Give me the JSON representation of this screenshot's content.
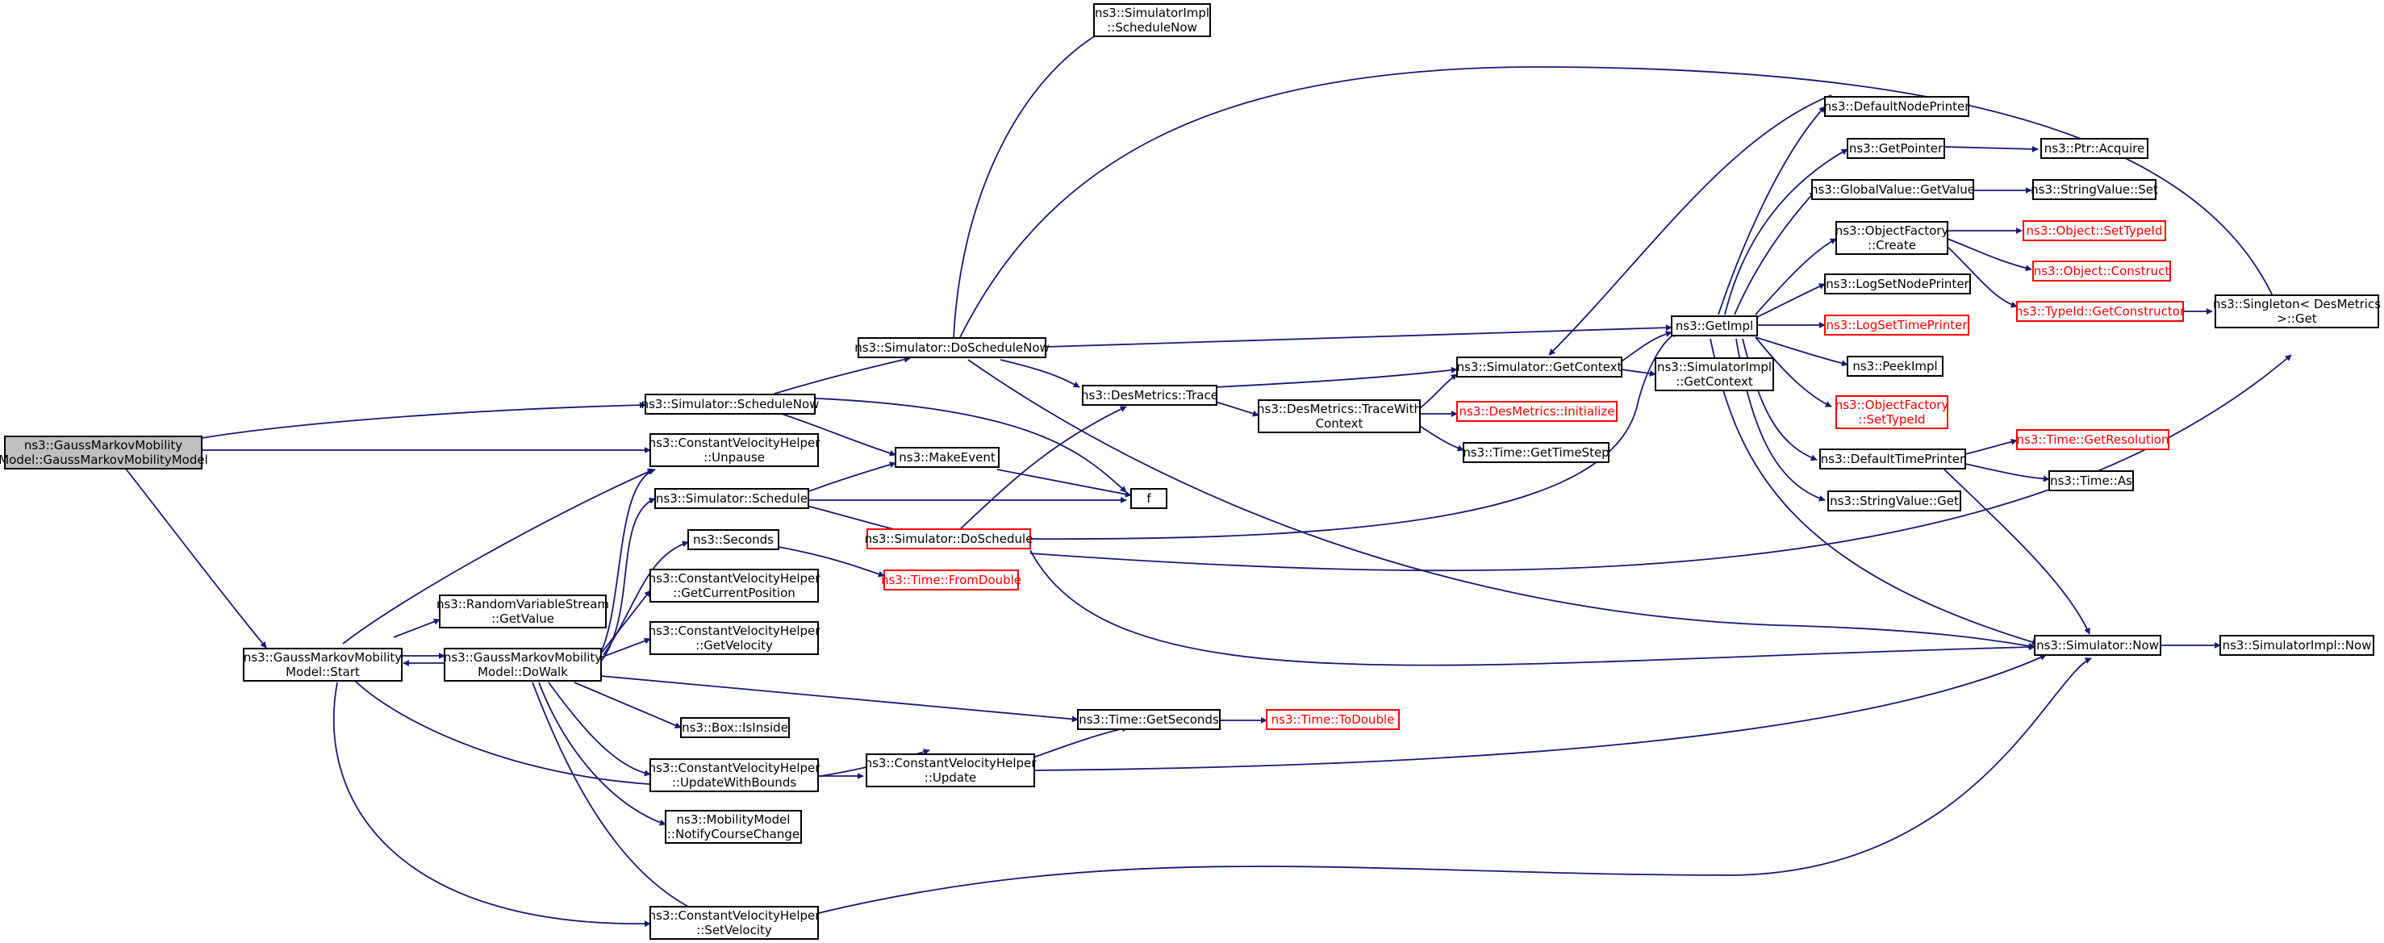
{
  "colors": {
    "edge": "#191970",
    "root_fill": "#bfbfbf",
    "missing_doc_border": "#ff0000",
    "border": "#000000"
  },
  "nodes": [
    {
      "id": "root",
      "lines": [
        "ns3::GaussMarkovMobility",
        "Model::GaussMarkovMobilityModel"
      ],
      "style": "root"
    },
    {
      "id": "start",
      "lines": [
        "ns3::GaussMarkovMobility",
        "Model::Start"
      ]
    },
    {
      "id": "schedule_now",
      "lines": [
        "ns3::Simulator::ScheduleNow"
      ]
    },
    {
      "id": "unpause",
      "lines": [
        "ns3::ConstantVelocityHelper",
        "::Unpause"
      ]
    },
    {
      "id": "schedule",
      "lines": [
        "ns3::Simulator::Schedule"
      ]
    },
    {
      "id": "seconds",
      "lines": [
        "ns3::Seconds"
      ]
    },
    {
      "id": "get_value",
      "lines": [
        "ns3::RandomVariableStream",
        "::GetValue"
      ]
    },
    {
      "id": "do_walk",
      "lines": [
        "ns3::GaussMarkovMobility",
        "Model::DoWalk"
      ]
    },
    {
      "id": "get_current_position",
      "lines": [
        "ns3::ConstantVelocityHelper",
        "::GetCurrentPosition"
      ]
    },
    {
      "id": "get_velocity",
      "lines": [
        "ns3::ConstantVelocityHelper",
        "::GetVelocity"
      ]
    },
    {
      "id": "is_inside",
      "lines": [
        "ns3::Box::IsInside"
      ]
    },
    {
      "id": "update_with_bounds",
      "lines": [
        "ns3::ConstantVelocityHelper",
        "::UpdateWithBounds"
      ]
    },
    {
      "id": "notify_course_change",
      "lines": [
        "ns3::MobilityModel",
        "::NotifyCourseChange"
      ]
    },
    {
      "id": "set_velocity",
      "lines": [
        "ns3::ConstantVelocityHelper",
        "::SetVelocity"
      ]
    },
    {
      "id": "simimpl_schedule_now",
      "lines": [
        "ns3::SimulatorImpl",
        "::ScheduleNow"
      ]
    },
    {
      "id": "do_schedule_now",
      "lines": [
        "ns3::Simulator::DoScheduleNow"
      ]
    },
    {
      "id": "make_event",
      "lines": [
        "ns3::MakeEvent"
      ]
    },
    {
      "id": "f",
      "lines": [
        "f"
      ]
    },
    {
      "id": "do_schedule",
      "lines": [
        "ns3::Simulator::DoSchedule"
      ],
      "style": "red"
    },
    {
      "id": "from_double",
      "lines": [
        "ns3::Time::FromDouble"
      ],
      "style": "red"
    },
    {
      "id": "des_trace",
      "lines": [
        "ns3::DesMetrics::Trace"
      ]
    },
    {
      "id": "trace_with_context",
      "lines": [
        "ns3::DesMetrics::TraceWith",
        "Context"
      ]
    },
    {
      "id": "time_get_seconds",
      "lines": [
        "ns3::Time::GetSeconds"
      ]
    },
    {
      "id": "cvh_update",
      "lines": [
        "ns3::ConstantVelocityHelper",
        "::Update"
      ]
    },
    {
      "id": "get_context",
      "lines": [
        "ns3::Simulator::GetContext"
      ]
    },
    {
      "id": "des_initialize",
      "lines": [
        "ns3::DesMetrics::Initialize"
      ],
      "style": "red"
    },
    {
      "id": "get_time_step",
      "lines": [
        "ns3::Time::GetTimeStep"
      ]
    },
    {
      "id": "to_double",
      "lines": [
        "ns3::Time::ToDouble"
      ],
      "style": "red"
    },
    {
      "id": "get_impl",
      "lines": [
        "ns3::GetImpl"
      ]
    },
    {
      "id": "simimpl_get_context",
      "lines": [
        "ns3::SimulatorImpl",
        "::GetContext"
      ]
    },
    {
      "id": "default_node_printer",
      "lines": [
        "ns3::DefaultNodePrinter"
      ]
    },
    {
      "id": "get_pointer",
      "lines": [
        "ns3::GetPointer"
      ]
    },
    {
      "id": "global_get_value",
      "lines": [
        "ns3::GlobalValue::GetValue"
      ]
    },
    {
      "id": "object_factory_create",
      "lines": [
        "ns3::ObjectFactory",
        "::Create"
      ]
    },
    {
      "id": "log_set_node_printer",
      "lines": [
        "ns3::LogSetNodePrinter"
      ]
    },
    {
      "id": "log_set_time_printer",
      "lines": [
        "ns3::LogSetTimePrinter"
      ],
      "style": "red"
    },
    {
      "id": "peek_impl",
      "lines": [
        "ns3::PeekImpl"
      ]
    },
    {
      "id": "object_factory_set_type_id",
      "lines": [
        "ns3::ObjectFactory",
        "::SetTypeId"
      ],
      "style": "red"
    },
    {
      "id": "default_time_printer",
      "lines": [
        "ns3::DefaultTimePrinter"
      ]
    },
    {
      "id": "string_value_get",
      "lines": [
        "ns3::StringValue::Get"
      ]
    },
    {
      "id": "ptr_acquire",
      "lines": [
        "ns3::Ptr::Acquire"
      ]
    },
    {
      "id": "string_value_set",
      "lines": [
        "ns3::StringValue::Set"
      ]
    },
    {
      "id": "object_set_type_id",
      "lines": [
        "ns3::Object::SetTypeId"
      ],
      "style": "red"
    },
    {
      "id": "object_construct",
      "lines": [
        "ns3::Object::Construct"
      ],
      "style": "red"
    },
    {
      "id": "type_id_get_constructor",
      "lines": [
        "ns3::TypeId::GetConstructor"
      ],
      "style": "red"
    },
    {
      "id": "time_get_resolution",
      "lines": [
        "ns3::Time::GetResolution"
      ],
      "style": "red"
    },
    {
      "id": "time_as",
      "lines": [
        "ns3::Time::As"
      ]
    },
    {
      "id": "simulator_now",
      "lines": [
        "ns3::Simulator::Now"
      ]
    },
    {
      "id": "singleton_get",
      "lines": [
        "ns3::Singleton< DesMetrics",
        " >::Get"
      ]
    },
    {
      "id": "simimpl_now",
      "lines": [
        "ns3::SimulatorImpl::Now"
      ]
    }
  ]
}
